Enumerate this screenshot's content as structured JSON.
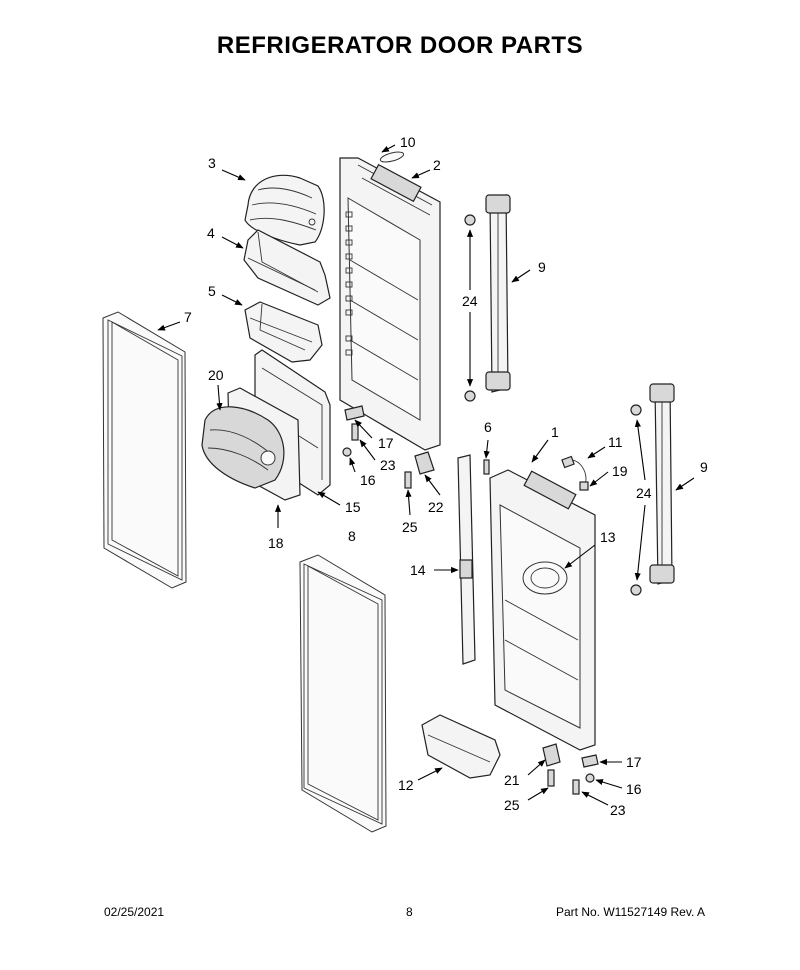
{
  "title": "REFRIGERATOR DOOR PARTS",
  "callouts": {
    "c1": "1",
    "c2": "2",
    "c3": "3",
    "c4": "4",
    "c5": "5",
    "c6": "6",
    "c7": "7",
    "c8": "8",
    "c9a": "9",
    "c9b": "9",
    "c10": "10",
    "c11": "11",
    "c12": "12",
    "c13": "13",
    "c14": "14",
    "c15": "15",
    "c16a": "16",
    "c16b": "16",
    "c17a": "17",
    "c17b": "17",
    "c18": "18",
    "c19": "19",
    "c20": "20",
    "c21": "21",
    "c22": "22",
    "c23a": "23",
    "c23b": "23",
    "c24a": "24",
    "c24b": "24",
    "c25a": "25",
    "c25b": "25"
  },
  "footer": {
    "date": "02/25/2021",
    "page": "8",
    "part": "Part No.  W11527149  Rev.  A"
  }
}
